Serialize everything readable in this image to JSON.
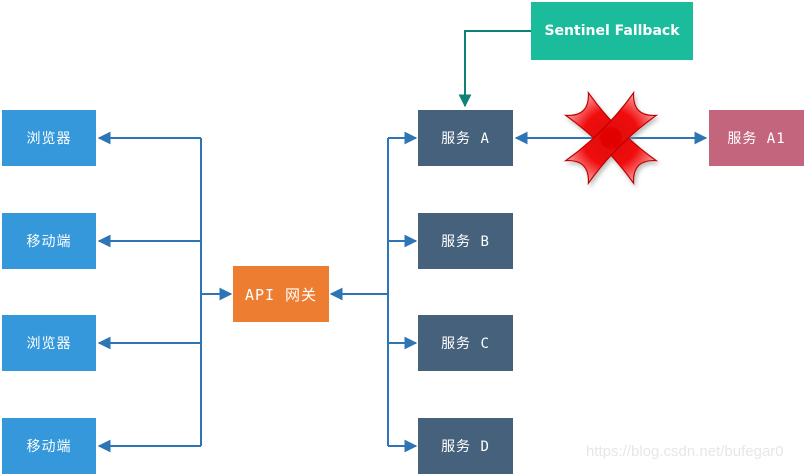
{
  "diagram": {
    "title_hint": "API gateway with Sentinel fallback architecture",
    "clients": [
      {
        "label": "浏览器"
      },
      {
        "label": "移动端"
      },
      {
        "label": "浏览器"
      },
      {
        "label": "移动端"
      }
    ],
    "gateway": {
      "label": "API 网关"
    },
    "services": [
      {
        "label": "服务 A"
      },
      {
        "label": "服务 B"
      },
      {
        "label": "服务 C"
      },
      {
        "label": "服务 D"
      }
    ],
    "fallback": {
      "label": "Sentinel Fallback"
    },
    "backup_service": {
      "label": "服务 A1"
    },
    "failure_mark": "red-cross-on-link-service-a-to-a1",
    "watermark": "https://blog.csdn.net/bufegar0",
    "colors": {
      "client_box": "#3498db",
      "service_box": "#45617c",
      "gateway_box": "#ed7d31",
      "fallback_box": "#1abc9c",
      "backup_box": "#c4657e",
      "connector": "#2e75b6",
      "fallback_connector": "#0e8276",
      "cross_red": "#ee1111",
      "watermark_gray": "#e7e7e7"
    }
  }
}
